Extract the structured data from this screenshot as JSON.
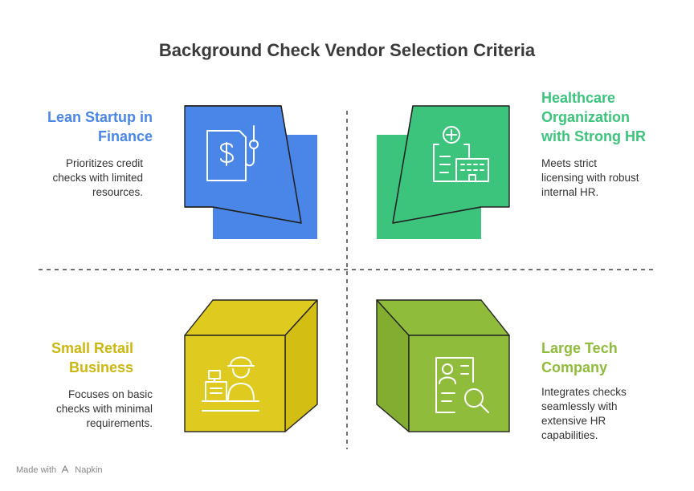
{
  "title": "Background Check Vendor Selection Criteria",
  "colors": {
    "blue": "#4a86e8",
    "green": "#3cc47c",
    "yellow": "#dfcb1f",
    "olive": "#8fbc3a"
  },
  "quadrants": [
    {
      "heading_line1": "Lean Startup in",
      "heading_line2": "Finance",
      "description_lines": [
        "Prioritizes credit",
        "checks with limited",
        "resources."
      ],
      "color": "#4a86e8",
      "icon": "finance-document-icon"
    },
    {
      "heading_line1": "Healthcare",
      "heading_line2": "Organization",
      "heading_line3": "with Strong HR",
      "description_lines": [
        "Meets strict",
        "licensing with robust",
        "internal HR."
      ],
      "color": "#3cc47c",
      "icon": "hospital-clipboard-icon"
    },
    {
      "heading_line1": "Small Retail",
      "heading_line2": "Business",
      "description_lines": [
        "Focuses on basic",
        "checks with minimal",
        "requirements."
      ],
      "color": "#dfcb1f",
      "icon": "cashier-register-icon"
    },
    {
      "heading_line1": "Large Tech",
      "heading_line2": "Company",
      "description_lines": [
        "Integrates checks",
        "seamlessly with",
        "extensive HR",
        "capabilities."
      ],
      "color": "#8fbc3a",
      "icon": "profile-search-icon"
    }
  ],
  "footer": {
    "made_with": "Made with",
    "brand": "Napkin"
  }
}
